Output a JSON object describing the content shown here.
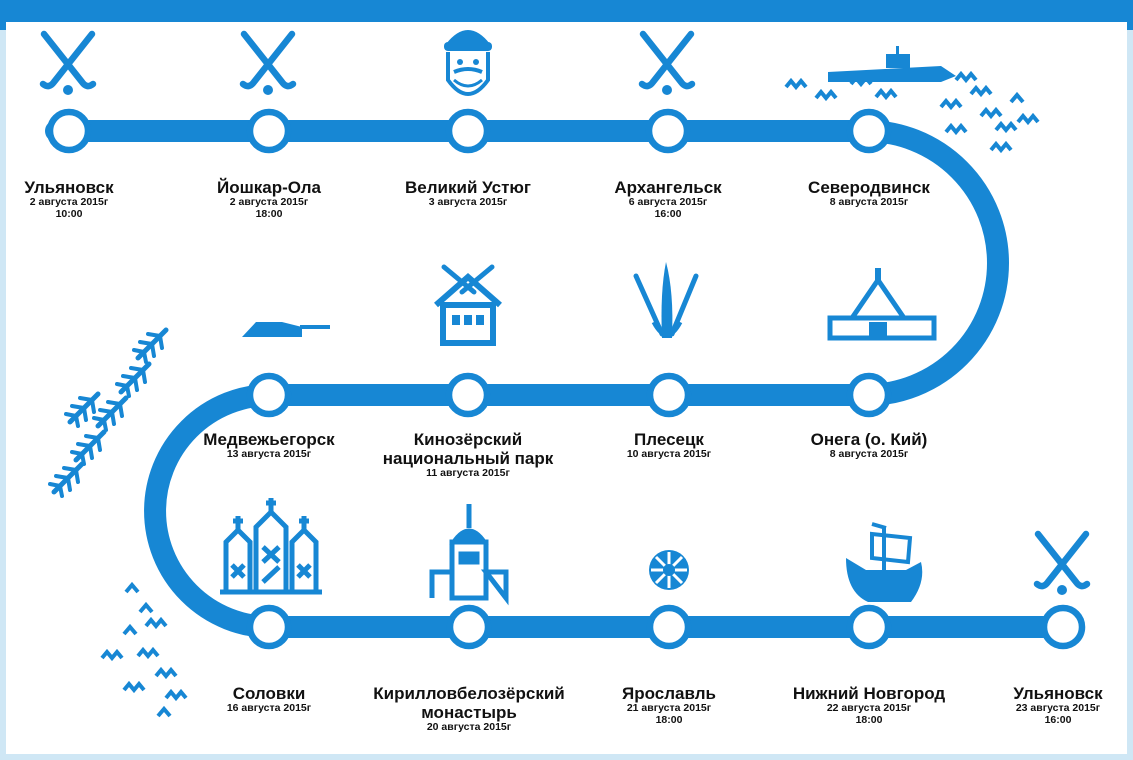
{
  "header_text": "",
  "colors": {
    "route": "#1787d4",
    "background": "#ffffff",
    "text": "#111111",
    "border": "#cfe7f5"
  },
  "stops": [
    {
      "name": "Ульяновск",
      "date": "2 августа 2015г",
      "time": "10:00",
      "icon": "bandy-sticks-icon"
    },
    {
      "name": "Йошкар-Ола",
      "date": "2 августа 2015г",
      "time": "18:00",
      "icon": "bandy-sticks-icon"
    },
    {
      "name": "Великий Устюг",
      "date": "3 августа 2015г",
      "time": "",
      "icon": "father-frost-icon"
    },
    {
      "name": "Архангельск",
      "date": "6 августа 2015г",
      "time": "16:00",
      "icon": "bandy-sticks-icon"
    },
    {
      "name": "Северодвинск",
      "date": "8 августа 2015г",
      "time": "",
      "icon": "submarine-icon"
    },
    {
      "name": "Онега (о. Кий)",
      "date": "8 августа 2015г",
      "time": "",
      "icon": "chapel-icon"
    },
    {
      "name": "Плесецк",
      "date": "10 августа 2015г",
      "time": "",
      "icon": "rocket-icon"
    },
    {
      "name": "Кинозёрский национальный парк",
      "date": "11 августа 2015г",
      "time": "",
      "icon": "house-icon"
    },
    {
      "name": "Медвежьегорск",
      "date": "13 августа 2015г",
      "time": "",
      "icon": "tank-icon"
    },
    {
      "name": "Соловки",
      "date": "16 августа 2015г",
      "time": "",
      "icon": "wooden-churches-icon"
    },
    {
      "name": "Кирилловбелозёрский монастырь",
      "date": "20 августа 2015г",
      "time": "",
      "icon": "monastery-icon"
    },
    {
      "name": "Ярославль",
      "date": "21 августа 2015г",
      "time": "18:00",
      "icon": "snowflake-icon"
    },
    {
      "name": "Нижний Новгород",
      "date": "22 августа 2015г",
      "time": "18:00",
      "icon": "viking-ship-icon"
    },
    {
      "name": "Ульяновск",
      "date": "23 августа 2015г",
      "time": "16:00",
      "icon": "bandy-sticks-icon"
    }
  ]
}
